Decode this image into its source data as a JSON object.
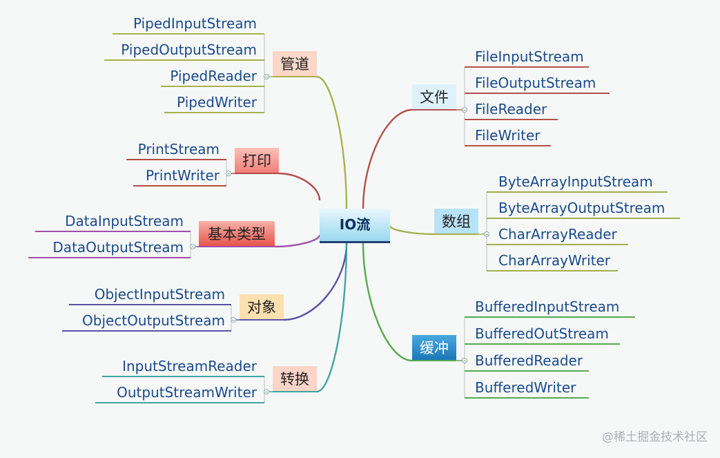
{
  "root": {
    "label": "IO流"
  },
  "branches": [
    {
      "id": "pipe",
      "label": "管道",
      "side": "left",
      "color": "#a8b14a",
      "bg": "#fbd7c8",
      "leaves": [
        "PipedInputStream",
        "PipedOutputStream",
        "PipedReader",
        "PipedWriter"
      ]
    },
    {
      "id": "print",
      "label": "打印",
      "side": "left",
      "color": "#b04b44",
      "bg": "#f59f99",
      "leaves": [
        "PrintStream",
        "PrintWriter"
      ]
    },
    {
      "id": "basic",
      "label": "基本类型",
      "side": "left",
      "color": "#a04fa8",
      "bg": "#f06f66",
      "leaves": [
        "DataInputStream",
        "DataOutputStream"
      ]
    },
    {
      "id": "object",
      "label": "对象",
      "side": "left",
      "color": "#5a4fa5",
      "bg": "#fde0b0",
      "leaves": [
        "ObjectInputStream",
        "ObjectOutputStream"
      ]
    },
    {
      "id": "convert",
      "label": "转换",
      "side": "left",
      "color": "#3fa5a0",
      "bg": "#fcd4c8",
      "leaves": [
        "InputStreamReader",
        "OutputStreamWriter"
      ]
    },
    {
      "id": "file",
      "label": "文件",
      "side": "right",
      "color": "#b3504a",
      "bg": "#dff2fb",
      "leaves": [
        "FileInputStream",
        "FileOutputStream",
        "FileReader",
        "FileWriter"
      ]
    },
    {
      "id": "array",
      "label": "数组",
      "side": "right",
      "color": "#a4ad4c",
      "bg": "#b8e2f6",
      "leaves": [
        "ByteArrayInputStream",
        "ByteArrayOutputStream",
        "CharArrayReader",
        "CharArrayWriter"
      ]
    },
    {
      "id": "buffer",
      "label": "缓冲",
      "side": "right",
      "color": "#57a84e",
      "bg": "#2f8fcf",
      "leaves": [
        "BufferedInputStream",
        "BufferedOutStream",
        "BufferedReader",
        "BufferedWriter"
      ]
    }
  ],
  "watermark": "@稀土掘金技术社区"
}
